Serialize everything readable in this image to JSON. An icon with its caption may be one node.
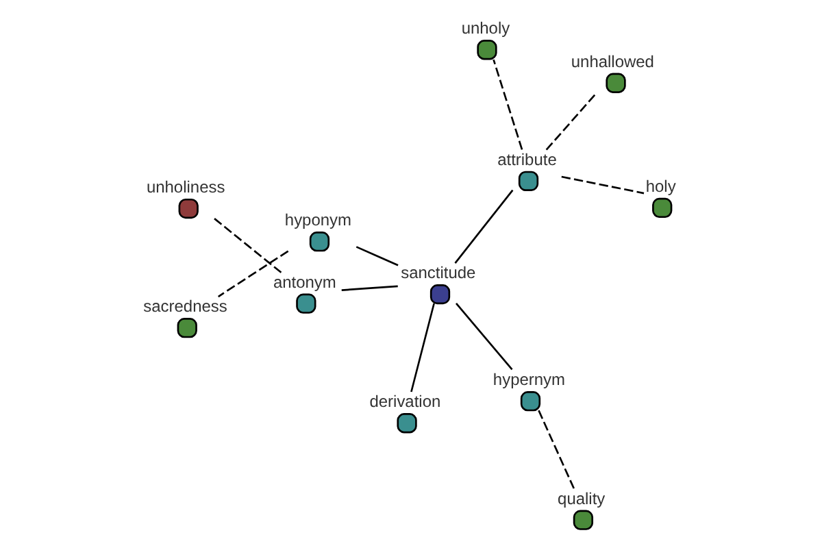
{
  "diagram": {
    "nodes": [
      {
        "text": [
          "sanctitude"
        ]
      },
      {
        "text": [
          "attribute"
        ]
      },
      {
        "text": [
          "holy"
        ]
      },
      {
        "text": [
          "unholy"
        ]
      },
      {
        "text": [
          "unhallowed"
        ]
      },
      {
        "text": [
          "hyponym"
        ]
      },
      {
        "text": [
          "sacredness"
        ]
      },
      {
        "text": [
          "hypernym"
        ]
      },
      {
        "text": [
          "quality"
        ]
      },
      {
        "text": [
          "derivation"
        ]
      },
      {
        "text": [
          "antonym"
        ]
      },
      {
        "text": [
          "unholiness"
        ]
      }
    ],
    "edges": [
      {
        "from": 0,
        "to": 1,
        "arrow": "none"
      },
      {
        "from": 1,
        "to": 2,
        "arrow": "none",
        "style": "dashed"
      },
      {
        "from": 1,
        "to": 3,
        "arrow": "none",
        "style": "dashed"
      },
      {
        "from": 1,
        "to": 4,
        "arrow": "none",
        "style": "dashed"
      },
      {
        "from": 0,
        "to": 5,
        "arrow": "none"
      },
      {
        "from": 5,
        "to": 6,
        "arrow": "none",
        "style": "dashed"
      },
      {
        "from": 0,
        "to": 7,
        "arrow": "none"
      },
      {
        "from": 7,
        "to": 8,
        "arrow": "none",
        "style": "dashed"
      },
      {
        "from": 0,
        "to": 9,
        "arrow": "none"
      },
      {
        "from": 0,
        "to": 10,
        "arrow": "none"
      },
      {
        "from": 10,
        "to": 11,
        "arrow": "none",
        "style": "dashed"
      }
    ]
  }
}
